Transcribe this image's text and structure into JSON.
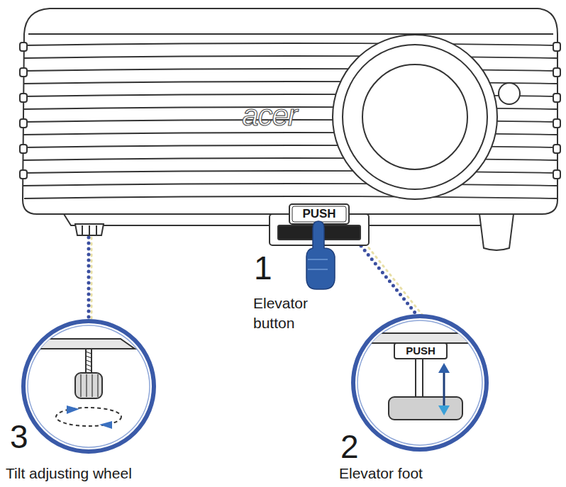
{
  "diagram": {
    "labels": [
      "acer",
      "PUSH",
      "1",
      "Elevator button",
      "PUSH",
      "2",
      "Elevator foot",
      "3",
      "Tilt adjusting wheel"
    ]
  }
}
